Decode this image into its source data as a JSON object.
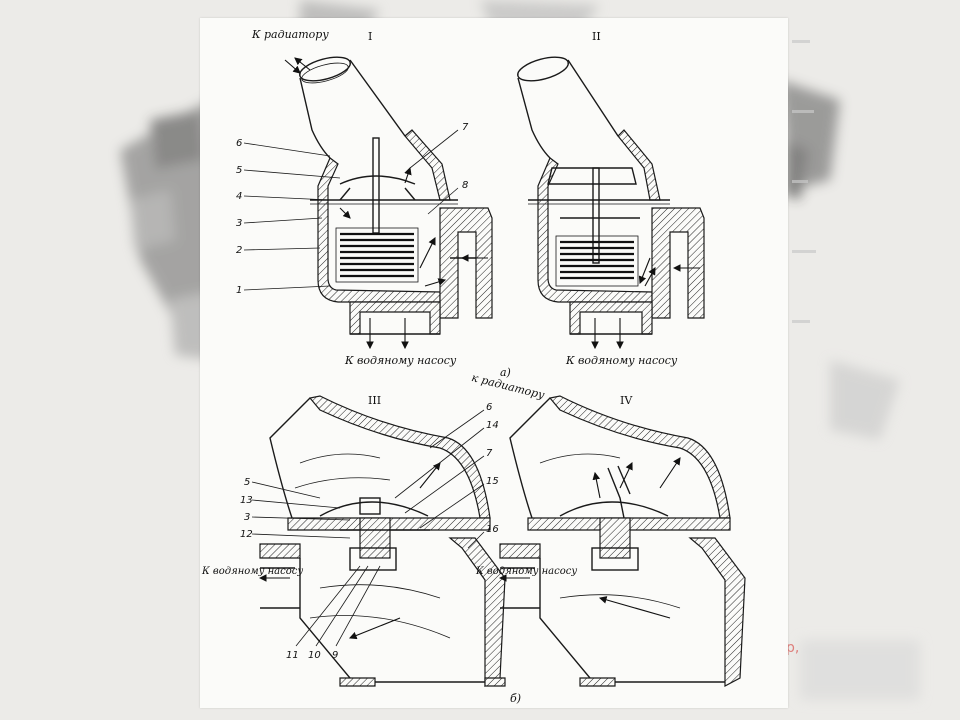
{
  "labels": {
    "to_radiator_top": "К радиатору",
    "to_pump_top_left": "К водяному насосу",
    "to_pump_top_right": "К водяному насосу",
    "to_radiator_bottom": "к радиатору",
    "to_pump_bottom_left": "К водяному насосу",
    "to_pump_bottom_right": "К водяному насосу",
    "subfig_a": "а)",
    "subfig_b": "б)"
  },
  "roman": {
    "I": "I",
    "II": "II",
    "III": "III",
    "IV": "IV"
  },
  "callouts_top": [
    "6",
    "5",
    "4",
    "3",
    "2",
    "1",
    "7",
    "8"
  ],
  "callouts_bottom": [
    "5",
    "13",
    "3",
    "12",
    "6",
    "14",
    "7",
    "15",
    "16",
    "11",
    "10",
    "9"
  ],
  "colors": {
    "ink": "#1a1a1a",
    "paper": "#fbfbf9",
    "background": "#ecebe8",
    "accent_red": "#d9534f"
  }
}
